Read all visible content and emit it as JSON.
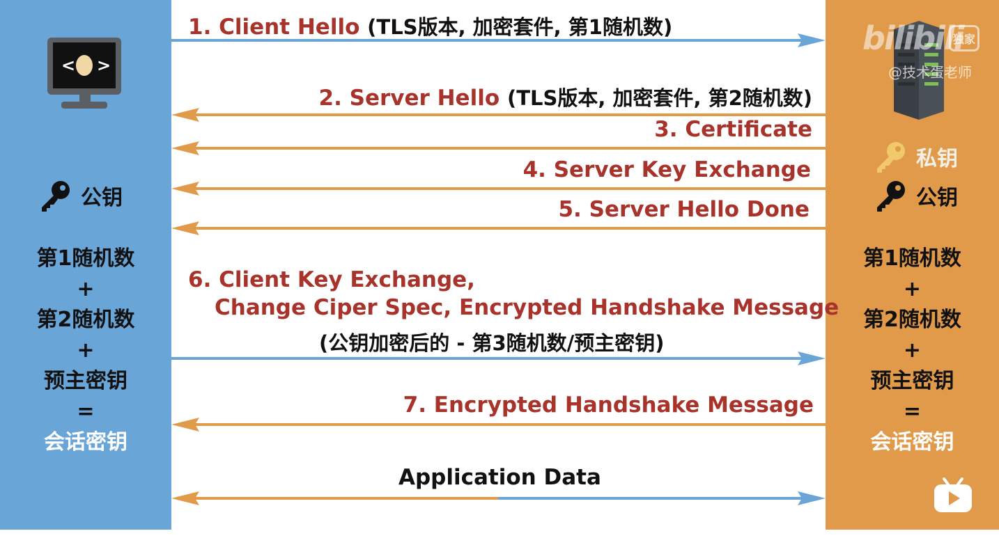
{
  "colors": {
    "client_panel": "#6aa5d8",
    "server_panel": "#e09a4a",
    "client_arrow": "#6aa5d8",
    "server_arrow": "#e09a4a",
    "message_text": "#a8332b",
    "session_key_text": "#ffffff"
  },
  "client": {
    "icon": "monitor-icon",
    "public_key_label": "公钥",
    "derivation": {
      "random1": "第1随机数",
      "plus1": "+",
      "random2": "第2随机数",
      "plus2": "+",
      "pre_master": "预主密钥",
      "equals": "=",
      "session_key": "会话密钥"
    }
  },
  "server": {
    "icon": "server-tower-icon",
    "private_key_label": "私钥",
    "public_key_label": "公钥",
    "derivation": {
      "random1": "第1随机数",
      "plus1": "+",
      "random2": "第2随机数",
      "plus2": "+",
      "pre_master": "预主密钥",
      "equals": "=",
      "session_key": "会话密钥"
    }
  },
  "messages": {
    "m1": {
      "label": "1. Client Hello",
      "detail": "(TLS版本, 加密套件, 第1随机数)",
      "direction": "client-to-server"
    },
    "m2": {
      "label": "2. Server Hello",
      "detail": "(TLS版本, 加密套件, 第2随机数)",
      "direction": "server-to-client"
    },
    "m3": {
      "label": "3. Certificate",
      "direction": "server-to-client"
    },
    "m4": {
      "label": "4. Server Key Exchange",
      "direction": "server-to-client"
    },
    "m5": {
      "label": "5. Server Hello Done",
      "direction": "server-to-client"
    },
    "m6": {
      "label_line1": "6. Client Key Exchange,",
      "label_line2": "Change Ciper Spec,  Encrypted Handshake Message",
      "detail": "(公钥加密后的 - 第3随机数/预主密钥)",
      "direction": "client-to-server"
    },
    "m7": {
      "label": "7. Encrypted Handshake Message",
      "direction": "server-to-client"
    },
    "app": {
      "label": "Application Data",
      "direction": "bidirectional"
    }
  },
  "watermark": {
    "logo": "bilibili",
    "badge": "独家",
    "author": "@技术蛋老师",
    "play_icon": "tv-play-icon"
  }
}
